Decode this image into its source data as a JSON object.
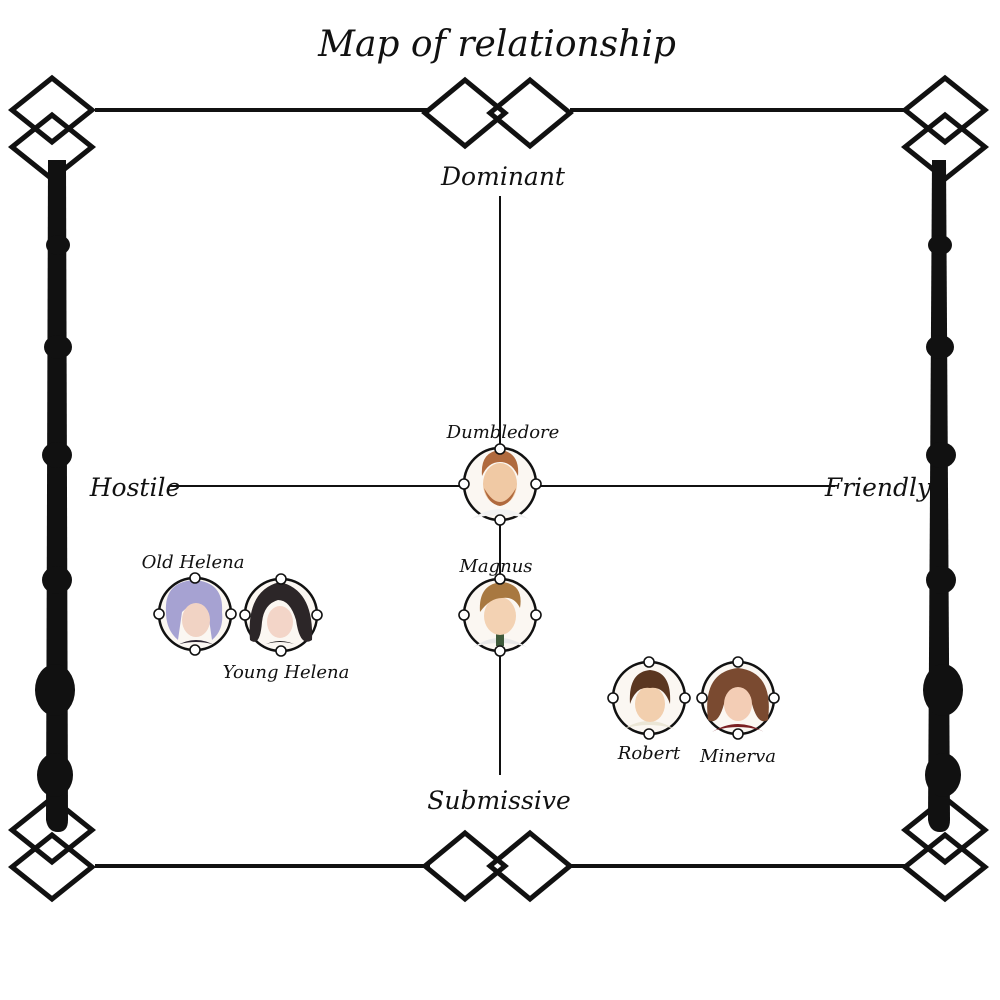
{
  "title": "Map of relationship",
  "axes": {
    "top": "Dominant",
    "bottom": "Submissive",
    "left": "Hostile",
    "right": "Friendly"
  },
  "characters": {
    "dumbledore": {
      "name": "Dumbledore",
      "hair": "#b06a3e",
      "skin": "#f0c9a4",
      "clothes": "#f2f2f2"
    },
    "magnus": {
      "name": "Magnus",
      "hair": "#a87840",
      "skin": "#f3d2b3",
      "clothes": "#e8e8e8"
    },
    "old_helena": {
      "name": "Old Helena",
      "hair": "#a6a2d2",
      "skin": "#f1d3c4",
      "clothes": "#2c2430"
    },
    "young_helena": {
      "name": "Young Helena",
      "hair": "#2c2628",
      "skin": "#f3d5c8",
      "clothes": "#1e1a1c"
    },
    "robert": {
      "name": "Robert",
      "hair": "#5a3620",
      "skin": "#f2cfae",
      "clothes": "#ebe6d6"
    },
    "minerva": {
      "name": "Minerva",
      "hair": "#7a4a30",
      "skin": "#f3cdb5",
      "clothes": "#7a1f22"
    }
  },
  "colors": {
    "ink": "#111111",
    "frame": "#111111",
    "background": "#ffffff"
  }
}
